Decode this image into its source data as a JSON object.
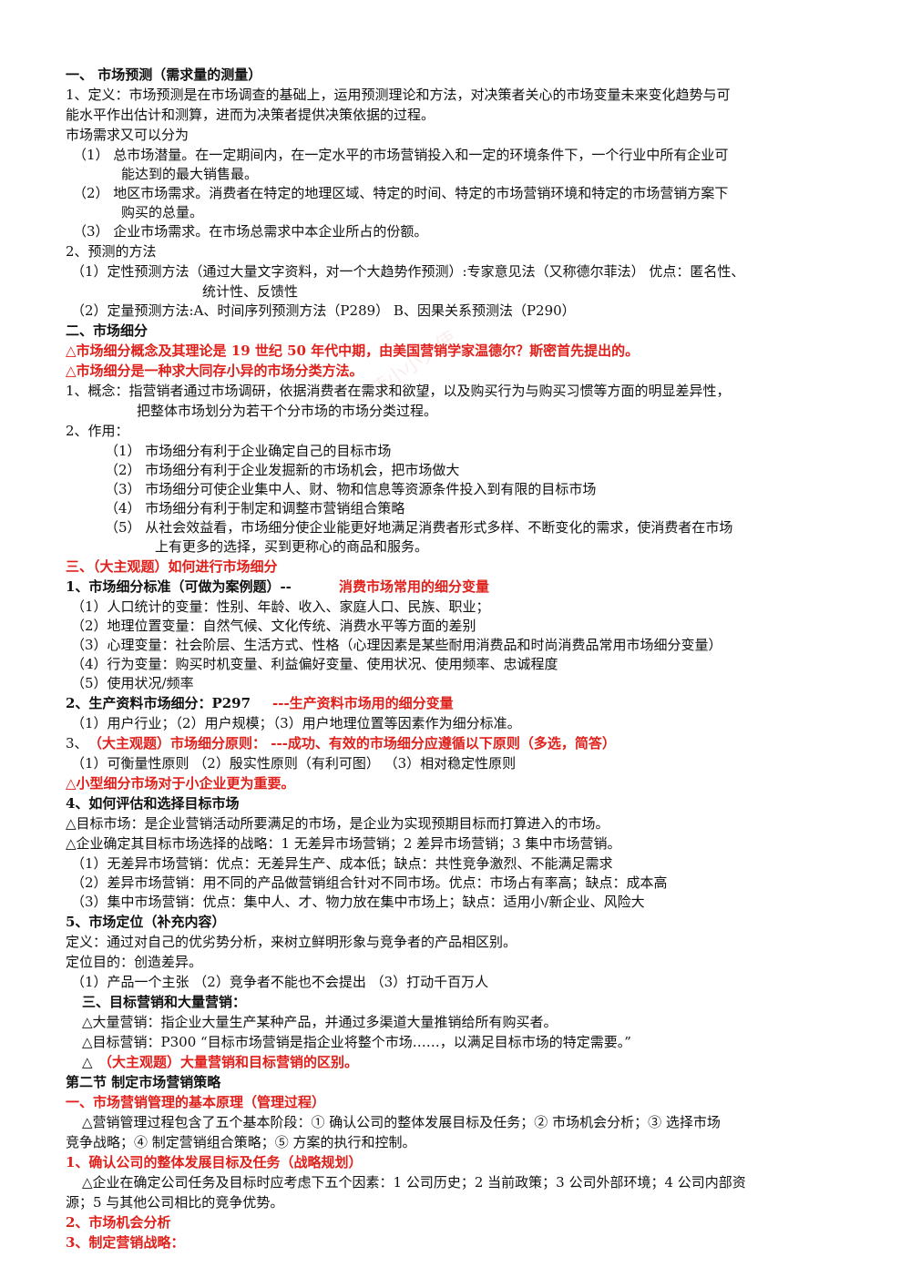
{
  "lines": [
    {
      "id": "l1",
      "text": "一、   市场预测（需求量的测量）",
      "style": "b"
    },
    {
      "id": "l2",
      "text": "1、定义：市场预测是在市场调查的基础上，运用预测理论和方法，对决策者关心的市场变量未来变化趋势与可",
      "style": ""
    },
    {
      "id": "l3",
      "text": "能水平作出估计和测算，进而为决策者提供决策依据的过程。",
      "style": ""
    },
    {
      "id": "l4",
      "text": "市场需求又可以分为",
      "style": ""
    },
    {
      "id": "l5",
      "text": "（1）    总市场潜量。在一定期间内，在一定水平的市场营销投入和一定的环境条件下，一个行业中所有企业可",
      "style": ""
    },
    {
      "id": "l6",
      "text": "能达到的最大销售最。",
      "style": ""
    },
    {
      "id": "l7",
      "text": "（2）    地区市场需求。消费者在特定的地理区域、特定的时间、特定的市场营销环境和特定的市场营销方案下",
      "style": ""
    },
    {
      "id": "l8",
      "text": "购买的总量。",
      "style": ""
    },
    {
      "id": "l9",
      "text": "（3）    企业市场需求。在市场总需求中本企业所占的份额。",
      "style": ""
    },
    {
      "id": "l10",
      "text": "2、预测的方法",
      "style": ""
    },
    {
      "id": "l11",
      "text": "（1）定性预测方法（通过大量文字资料，对一个大趋势作预测）:专家意见法（又称德尔菲法）  优点：匿名性、",
      "style": ""
    },
    {
      "id": "l12",
      "text": "统计性、反馈性",
      "style": ""
    },
    {
      "id": "l13",
      "text": "（2）定量预测方法:A、时间序列预测方法（P289） B、因果关系预测法（P290）",
      "style": ""
    },
    {
      "id": "l14",
      "text": "二、市场细分",
      "style": "b"
    },
    {
      "id": "l15",
      "text": "△市场细分概念及其理论是 19 世纪 50 年代中期，由美国营销学家温德尔？斯密首先提出的。",
      "style": "red"
    },
    {
      "id": "l16",
      "text": "△市场细分是一种求大同存小异的市场分类方法。",
      "style": "red"
    },
    {
      "id": "l17",
      "text": "1、概念：指营销者通过市场调研，依据消费者在需求和欲望，以及购买行为与购买习惯等方面的明显差异性，",
      "style": ""
    },
    {
      "id": "l18",
      "text": "把整体市场划分为若干个分市场的市场分类过程。",
      "style": ""
    },
    {
      "id": "l19",
      "text": "2、作用：",
      "style": ""
    },
    {
      "id": "l20",
      "text": "（1）    市场细分有利于企业确定自己的目标市场",
      "style": ""
    },
    {
      "id": "l21",
      "text": "（2）    市场细分有利于企业发掘新的市场机会，把市场做大",
      "style": ""
    },
    {
      "id": "l22",
      "text": "（3）    市场细分可使企业集中人、财、物和信息等资源条件投入到有限的目标市场",
      "style": ""
    },
    {
      "id": "l23",
      "text": "（4）    市场细分有利于制定和调整市营销组合策略",
      "style": ""
    },
    {
      "id": "l24",
      "text": "（5）    从社会效益看，市场细分使企业能更好地满足消费者形式多样、不断变化的需求，使消费者在市场",
      "style": ""
    },
    {
      "id": "l25",
      "text": "上有更多的选择，买到更称心的商品和服务。",
      "style": ""
    },
    {
      "id": "l26",
      "text": "三、（大主观题）如何进行市场细分",
      "style": "red"
    },
    {
      "id": "l27",
      "text": "1、市场细分标准（可做为案例题）--",
      "style": "b"
    },
    {
      "id": "l27r",
      "text": "消费市场常用的细分变量",
      "style": "red"
    },
    {
      "id": "l28",
      "text": "（1）人口统计的变量：性别、年龄、收入、家庭人口、民族、职业；",
      "style": ""
    },
    {
      "id": "l29",
      "text": "（2）地理位置变量：自然气候、文化传统、消费水平等方面的差别",
      "style": ""
    },
    {
      "id": "l30",
      "text": "（3）心理变量：社会阶层、生活方式、性格（心理因素是某些耐用消费品和时尚消费品常用市场细分变量）",
      "style": ""
    },
    {
      "id": "l31",
      "text": "（4）行为变量：购买时机变量、利益偏好变量、使用状况、使用频率、忠诚程度",
      "style": ""
    },
    {
      "id": "l32",
      "text": "（5）使用状况/频率",
      "style": ""
    },
    {
      "id": "l33",
      "text": "2、生产资料市场细分：P297",
      "style": "b"
    },
    {
      "id": "l33r",
      "text": "---生产资料市场用的细分变量",
      "style": "red"
    },
    {
      "id": "l34",
      "text": "（1）用户行业；（2）用户规模；（3）用户地理位置等因素作为细分标准。",
      "style": ""
    },
    {
      "id": "l35a",
      "text": "3、",
      "style": ""
    },
    {
      "id": "l35",
      "text": "（大主观题）市场细分原则：   ---成功、有效的市场细分应遵循以下原则（多选，简答）",
      "style": "red"
    },
    {
      "id": "l36",
      "text": "（1）可衡量性原则  （2）殷实性原则（有利可图）   （3）相对稳定性原则",
      "style": ""
    },
    {
      "id": "l37",
      "text": "△小型细分市场对于小企业更为重要。",
      "style": "red"
    },
    {
      "id": "l38",
      "text": "4、如何评估和选择目标市场",
      "style": "b"
    },
    {
      "id": "l39",
      "text": "△目标市场：是企业营销活动所要满足的市场，是企业为实现预期目标而打算进入的市场。",
      "style": ""
    },
    {
      "id": "l40",
      "text": "△企业确定其目标市场选择的战略：1 无差异市场营销；2 差异市场营销；3 集中市场营销。",
      "style": ""
    },
    {
      "id": "l41",
      "text": "（1）无差异市场营销：优点：无差异生产、成本低；缺点：共性竞争激烈、不能满足需求",
      "style": ""
    },
    {
      "id": "l42",
      "text": "（2）差异市场营销：用不同的产品做营销组合针对不同市场。优点：市场占有率高；缺点：成本高",
      "style": ""
    },
    {
      "id": "l43",
      "text": "（3）集中市场营销：优点：集中人、才、物力放在集中市场上；缺点：适用小/新企业、风险大",
      "style": ""
    },
    {
      "id": "l44",
      "text": "5、市场定位（补充内容）",
      "style": "b"
    },
    {
      "id": "l45",
      "text": "定义：通过对自己的优劣势分析，来树立鲜明形象与竞争者的产品相区别。",
      "style": ""
    },
    {
      "id": "l46",
      "text": "定位目的：创造差异。",
      "style": ""
    },
    {
      "id": "l47",
      "text": "（1）产品一个主张  （2）竞争者不能也不会提出  （3）打动千百万人",
      "style": ""
    },
    {
      "id": "l48",
      "text": "三、目标营销和大量营销：",
      "style": "b"
    },
    {
      "id": "l49",
      "text": "△大量营销：指企业大量生产某种产品，并通过多渠道大量推销给所有购买者。",
      "style": ""
    },
    {
      "id": "l50",
      "text": "△目标营销：P300   “目标市场营销是指企业将整个市场……，以满足目标市场的特定需要。”",
      "style": ""
    },
    {
      "id": "l51a",
      "text": "△",
      "style": ""
    },
    {
      "id": "l51",
      "text": "（大主观题）大量营销和目标营销的区别。",
      "style": "red"
    },
    {
      "id": "l52",
      "text": "第二节   制定市场营销策略",
      "style": "b"
    },
    {
      "id": "l53",
      "text": "一、市场营销管理的基本原理（管理过程）",
      "style": "red"
    },
    {
      "id": "l54",
      "text": "△营销管理过程包含了五个基本阶段：① 确认公司的整体发展目标及任务；② 市场机会分析；③ 选择市场",
      "style": ""
    },
    {
      "id": "l55",
      "text": "竞争战略；④ 制定营销组合策略；⑤ 方案的执行和控制。",
      "style": ""
    },
    {
      "id": "l56",
      "text": "1、确认公司的整体发展目标及任务（战略规划）",
      "style": "red"
    },
    {
      "id": "l57",
      "text": "△企业在确定公司任务及目标时应考虑下五个因素：1 公司历史；2 当前政策；3 公司外部环境；4 公司内部资",
      "style": ""
    },
    {
      "id": "l58",
      "text": "源；5 与其他公司相比的竞争优势。",
      "style": ""
    },
    {
      "id": "l59",
      "text": "2、市场机会分析",
      "style": "red"
    },
    {
      "id": "l60",
      "text": "3、制定营销战略：",
      "style": "red"
    }
  ],
  "watermark": "蔚蓝小小天使"
}
